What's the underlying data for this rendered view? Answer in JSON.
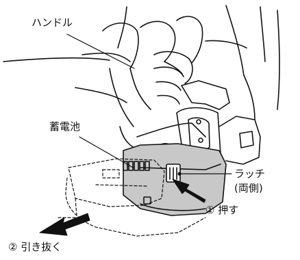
{
  "labels": {
    "handle": "ハンドル",
    "battery": "蓄電池",
    "latch": "ラッチ",
    "latch_note": "(両側)",
    "step1": "① 押す",
    "step2": "② 引き抜く"
  },
  "icons": {
    "push_arrow": "push-arrow-icon",
    "pull_arrow": "pull-out-arrow-icon"
  },
  "colors": {
    "line": "#111111",
    "battery_fill": "#c8c8c8",
    "tool_shade": "#e6e6e6"
  }
}
